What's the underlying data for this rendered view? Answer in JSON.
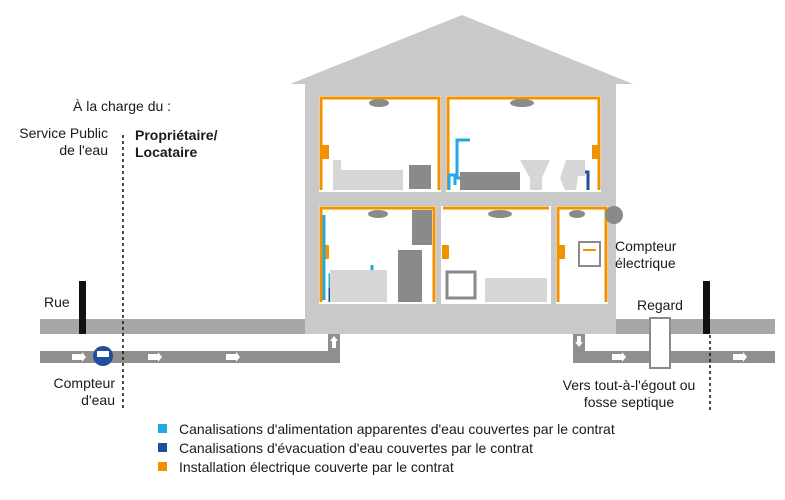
{
  "header": {
    "charge_title": "À la charge du :",
    "public_service": [
      "Service Public",
      "de l'eau"
    ],
    "owner": [
      "Propriétaire/",
      "Locataire"
    ]
  },
  "labels": {
    "street": "Rue",
    "water_meter": [
      "Compteur",
      "d'eau"
    ],
    "electric_meter": [
      "Compteur",
      "électrique"
    ],
    "manhole": "Regard",
    "sewer": [
      "Vers tout-à-l'égout ou",
      "fosse septique"
    ]
  },
  "legend": [
    {
      "label": "Canalisations d'alimentation apparentes d'eau couvertes par le contrat",
      "color": "#23a9e1"
    },
    {
      "label": "Canalisations d'évacuation d'eau couvertes par le contrat",
      "color": "#1f4e9c"
    },
    {
      "label": "Installation électrique couverte par le contrat",
      "color": "#f39200"
    }
  ],
  "colors": {
    "house": "#c9c9c9",
    "ground": "#a7a7a7",
    "pipe": "#8f8f8f",
    "appliance": "#d6d6d6",
    "dark_appliance": "#8a8a8a",
    "post": "#111111"
  },
  "icons": [
    "arrow-right-icon",
    "arrow-up-icon",
    "arrow-down-icon",
    "water-meter-icon",
    "electric-meter-icon",
    "outlet-icon",
    "lamp-icon"
  ]
}
